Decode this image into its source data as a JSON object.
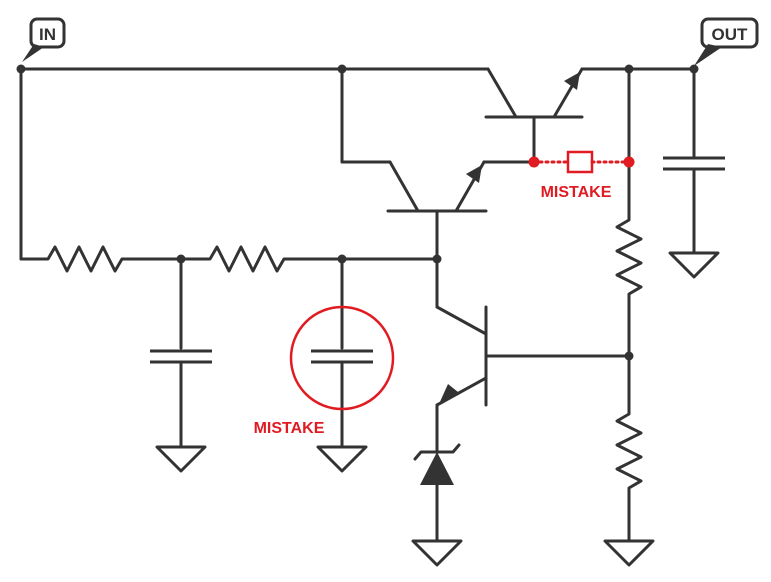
{
  "ports": {
    "input_label": "IN",
    "output_label": "OUT"
  },
  "annotations": {
    "mistake_top_label": "MISTAKE",
    "mistake_bottom_label": "MISTAKE"
  },
  "colors": {
    "wire": "#333333",
    "mistake": "#e11b22",
    "background": "#ffffff"
  }
}
